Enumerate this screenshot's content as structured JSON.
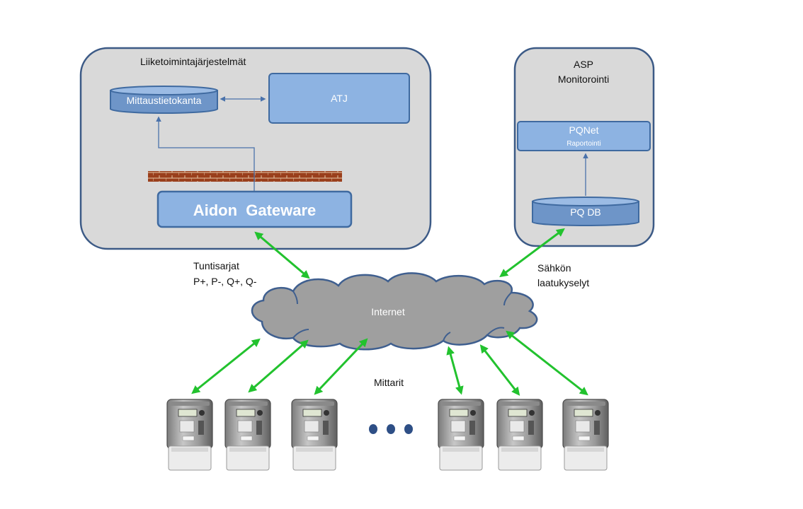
{
  "business_systems": {
    "title": "Liiketoimintajärjestelmät",
    "database": "Mittaustietokanta",
    "atj": "ATJ",
    "gateway": "Aidon  Gateware"
  },
  "asp": {
    "title_line1": "ASP",
    "title_line2": "Monitorointi",
    "pqnet_title": "PQNet",
    "pqnet_subtitle": "Raportointi",
    "pqdb": "PQ DB"
  },
  "internet": "Internet",
  "left_link": {
    "line1": "Tuntisarjat",
    "line2": "P+, P-, Q+, Q-"
  },
  "right_link": {
    "line1": "Sähkön",
    "line2": "laatukyselyt"
  },
  "meters_label": "Mittarit",
  "meter_count": 6,
  "ellipsis_dots": 3,
  "colors": {
    "panel_fill": "#d9d9d9",
    "panel_stroke": "#3c5a86",
    "box_fill": "#8db3e2",
    "box_stroke": "#3f6aa0",
    "cylinder_fill": "#6e95c8",
    "firewall": "#9a3f1c",
    "arrow_green": "#22c22e",
    "cloud_fill": "#9f9f9f",
    "cloud_stroke": "#3f5f8f",
    "dot_blue": "#2e4f86"
  }
}
